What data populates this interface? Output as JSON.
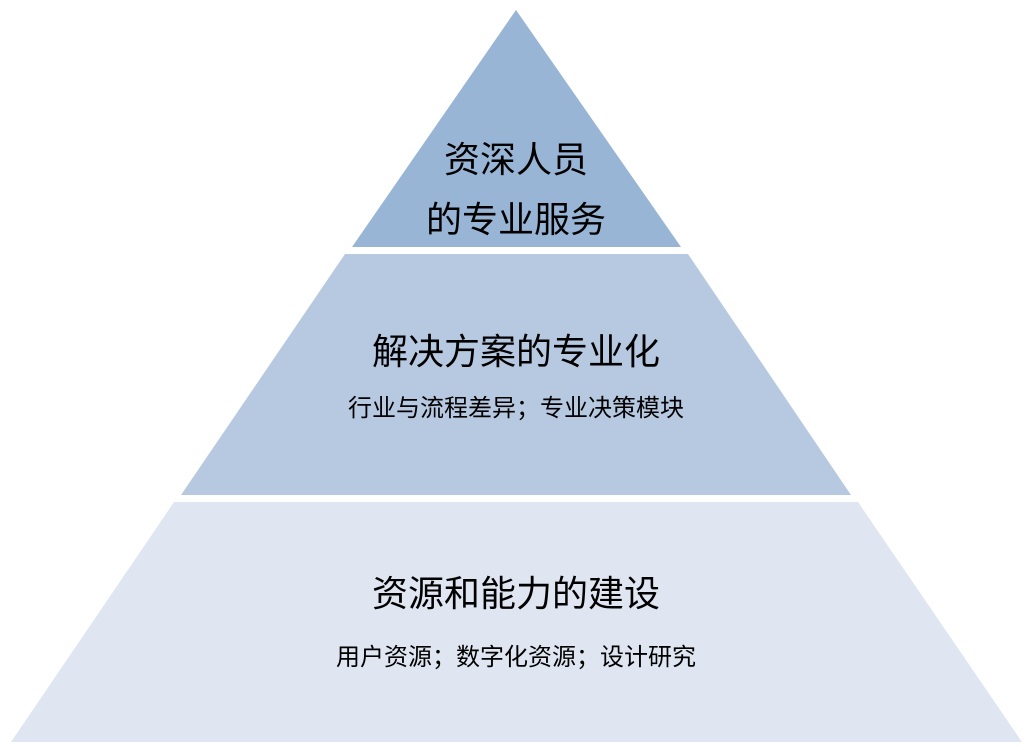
{
  "colors": {
    "tier_top": "#98b5d6",
    "tier_middle": "#b6c9e1",
    "tier_bottom": "#dfe6f1"
  },
  "pyramid": {
    "top": {
      "title_line1": "资深人员",
      "title_line2": "的专业服务"
    },
    "middle": {
      "title": "解决方案的专业化",
      "subtitle": "行业与流程差异；专业决策模块"
    },
    "bottom": {
      "title": "资源和能力的建设",
      "subtitle": "用户资源；数字化资源；设计研究"
    }
  }
}
